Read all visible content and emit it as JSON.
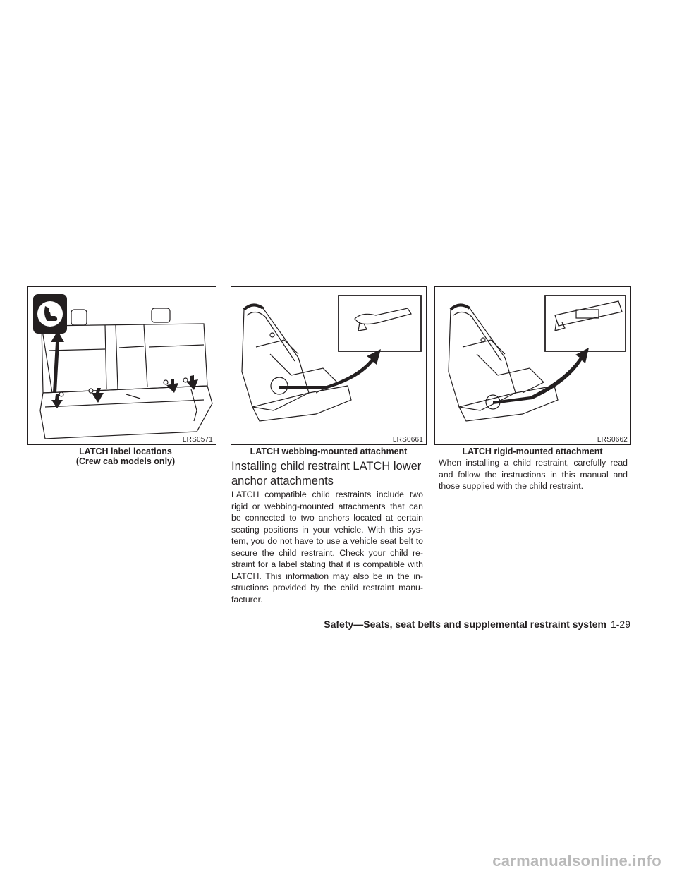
{
  "figures": [
    {
      "code": "LRS0571",
      "caption": [
        "LATCH label locations",
        "(Crew cab models only)"
      ]
    },
    {
      "code": "LRS0661",
      "caption": [
        "LATCH webbing-mounted attachment"
      ]
    },
    {
      "code": "LRS0662",
      "caption": [
        "LATCH rigid-mounted attachment"
      ]
    }
  ],
  "section": {
    "title_line1": "Installing child restraint LATCH lower",
    "title_line2": "anchor attachments",
    "paragraph1": "LATCH compatible child restraints include two rigid or webbing-mounted attachments that can be connected to two anchors located at certain seating positions in your vehicle. With this sys- tem, you do not have to use a vehicle seat belt to secure the child restraint. Check your child re- straint for a label stating that it is compatible with LATCH. This information may also be in the in- structions provided by the child restraint manu- facturer.",
    "paragraph2": "When installing a child restraint, carefully read and follow the instructions in this manual and those supplied with the child restraint."
  },
  "footer": {
    "section_name": "Safety—Seats, seat belts and supplemental restraint system",
    "page_number": "1-29"
  },
  "watermark": "carmanualsonline.info",
  "colors": {
    "ink": "#231f20",
    "watermark": "#b9b9b9"
  }
}
